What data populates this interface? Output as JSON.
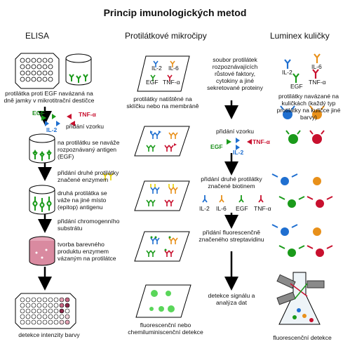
{
  "title": "Princip imunologických metod",
  "columns": {
    "elisa": "ELISA",
    "microarray": "Protilátkové mikročipy",
    "luminex": "Luminex kuličky"
  },
  "elisa": {
    "step1": "protilátka proti EGF navázaná na dně jamky v mikrotitrační destičce",
    "add_sample": "přidání vzorku",
    "bind": "na protilátku se naváže rozpoznávaný antigen (EGF)",
    "second_ab": "přidání druhé protilátky značené enzymem",
    "bind2": "druhá protilátka se váže na jiné místo (epitop) antigenu",
    "substrate": "přidání chromogenního substrátu",
    "product": "tvorba barevného produktu enzymem vázaným na protilátce",
    "detect": "detekce intenzity barvy"
  },
  "microarray": {
    "printed": "protilátky natištěné na sklíčku nebo na membráně",
    "detect": "fluorescenční nebo chemiluminiscenční detekce"
  },
  "luminex": {
    "set": "soubor protilátek rozpoznávajících růstové faktory, cytokiny a jiné sekretované proteiny",
    "beads": "protilátky navázané na kuličkách (každý typ protilátky na kuličce jiné barvy)",
    "add_sample": "přidání vzorku",
    "second_ab": "přidání druhé protilátky značené biotinem",
    "strep": "přidání fluorescenčně značeného streptavidinu",
    "signal": "detekce signálu a analýza dat",
    "detect": "fluorescenční detekce"
  },
  "labels": {
    "il2": "IL-2",
    "il6": "IL-6",
    "egf": "EGF",
    "tnf": "TNF-α"
  },
  "colors": {
    "il2": "#1f6fd0",
    "il6": "#e8901a",
    "egf": "#1a9a1a",
    "tnf": "#c8102e",
    "pink": "#d98aa0"
  }
}
